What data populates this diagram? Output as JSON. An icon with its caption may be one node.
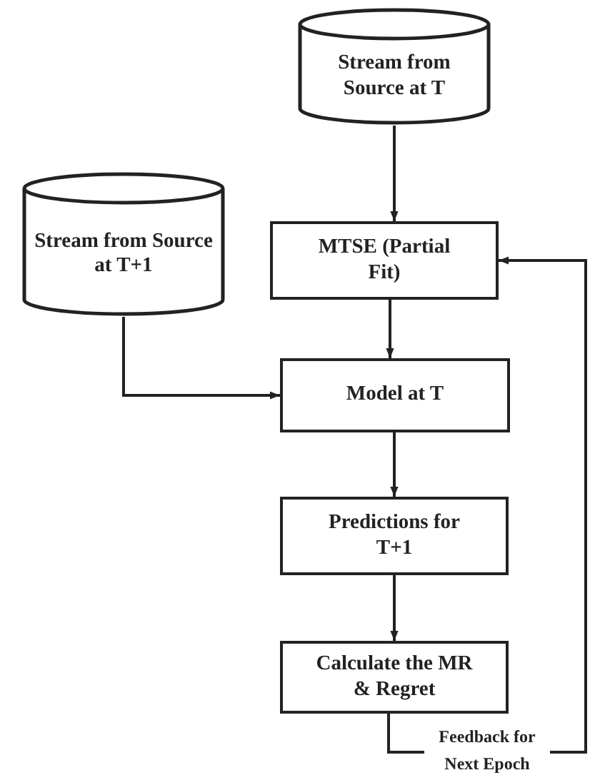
{
  "diagram": {
    "nodes": [
      {
        "text": [
          "Stream from Source at T"
        ]
      },
      {
        "text": [
          "Stream from Source at T+1"
        ]
      },
      {
        "text": [
          "MTSE (Partial Fit)"
        ]
      },
      {
        "text": [
          "Model at T"
        ]
      },
      {
        "text": [
          "Predictions for T+1"
        ]
      },
      {
        "text": [
          "Calculate the MR & Regret"
        ]
      }
    ],
    "edges": [
      {
        "from": 0,
        "to": 2,
        "arrow": "to"
      },
      {
        "from": 1,
        "to": 3,
        "arrow": "to"
      },
      {
        "from": 2,
        "to": 3,
        "arrow": "to"
      },
      {
        "from": 3,
        "to": 4,
        "arrow": "to"
      },
      {
        "from": 4,
        "to": 5,
        "arrow": "to"
      },
      {
        "from": 5,
        "to": 2,
        "arrow": "to",
        "label": "Feedback for Next Epoch"
      }
    ]
  }
}
